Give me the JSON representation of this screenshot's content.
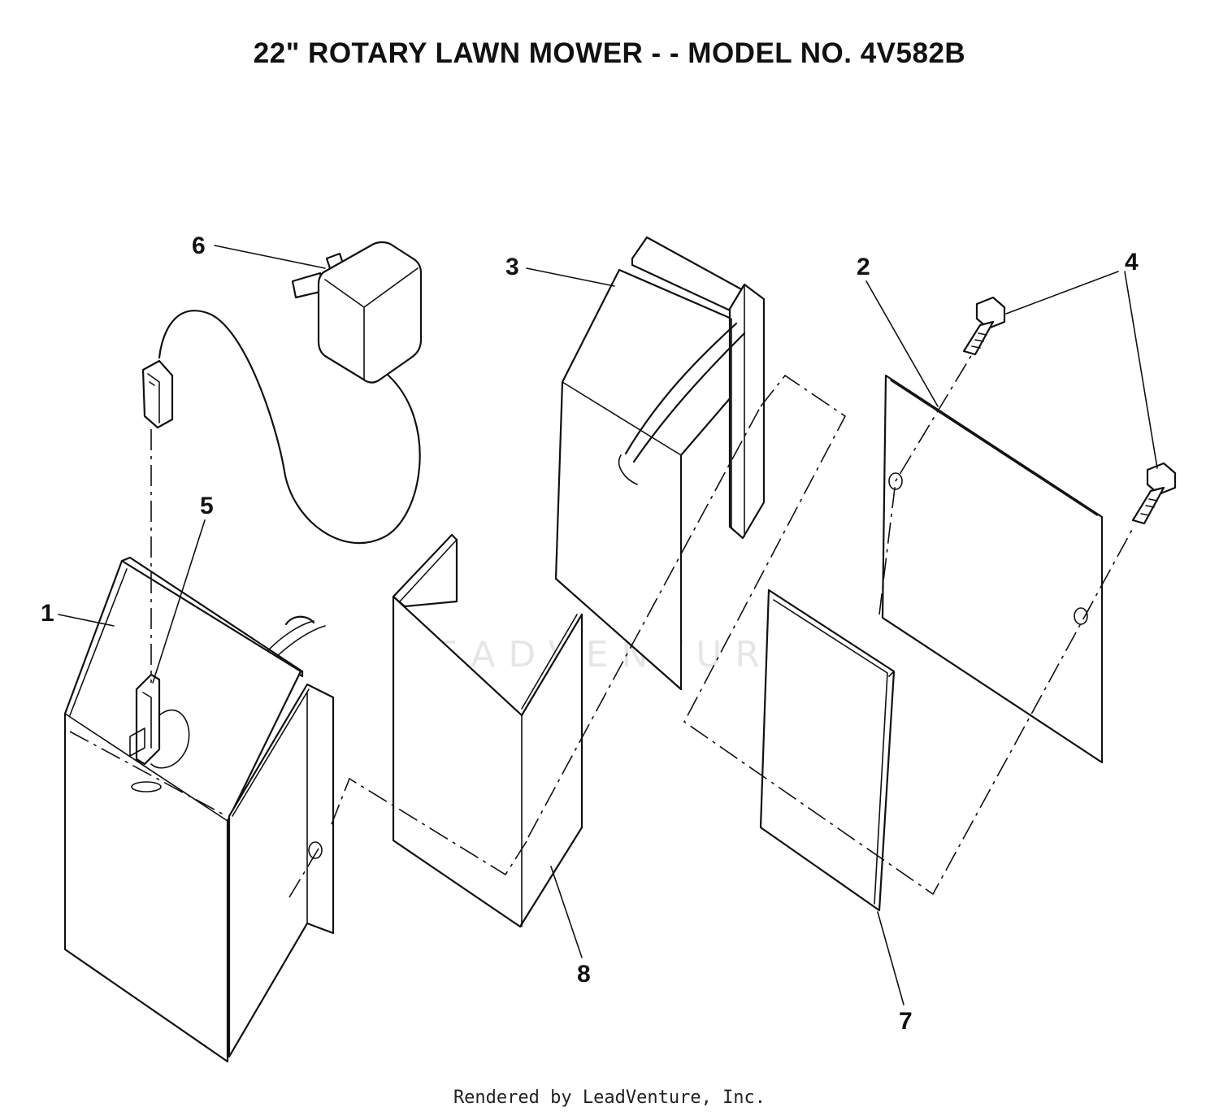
{
  "title": "22\" ROTARY LAWN MOWER - - MODEL NO. 4V582B",
  "footer": "Rendered by LeadVenture, Inc.",
  "watermark": "LEADVENTURE",
  "callouts": [
    {
      "id": "1",
      "label": "1"
    },
    {
      "id": "2",
      "label": "2"
    },
    {
      "id": "3",
      "label": "3"
    },
    {
      "id": "4",
      "label": "4"
    },
    {
      "id": "5",
      "label": "5"
    },
    {
      "id": "6",
      "label": "6"
    },
    {
      "id": "7",
      "label": "7"
    },
    {
      "id": "8",
      "label": "8"
    }
  ],
  "parts": [
    {
      "id": "1",
      "icon": "battery-box-icon"
    },
    {
      "id": "2",
      "icon": "cover-plate-icon"
    },
    {
      "id": "3",
      "icon": "battery-icon"
    },
    {
      "id": "4",
      "icon": "bolt-icon"
    },
    {
      "id": "5",
      "icon": "terminal-connector-icon"
    },
    {
      "id": "6",
      "icon": "charger-icon"
    },
    {
      "id": "7",
      "icon": "foam-pad-icon"
    },
    {
      "id": "8",
      "icon": "insulator-icon"
    }
  ]
}
